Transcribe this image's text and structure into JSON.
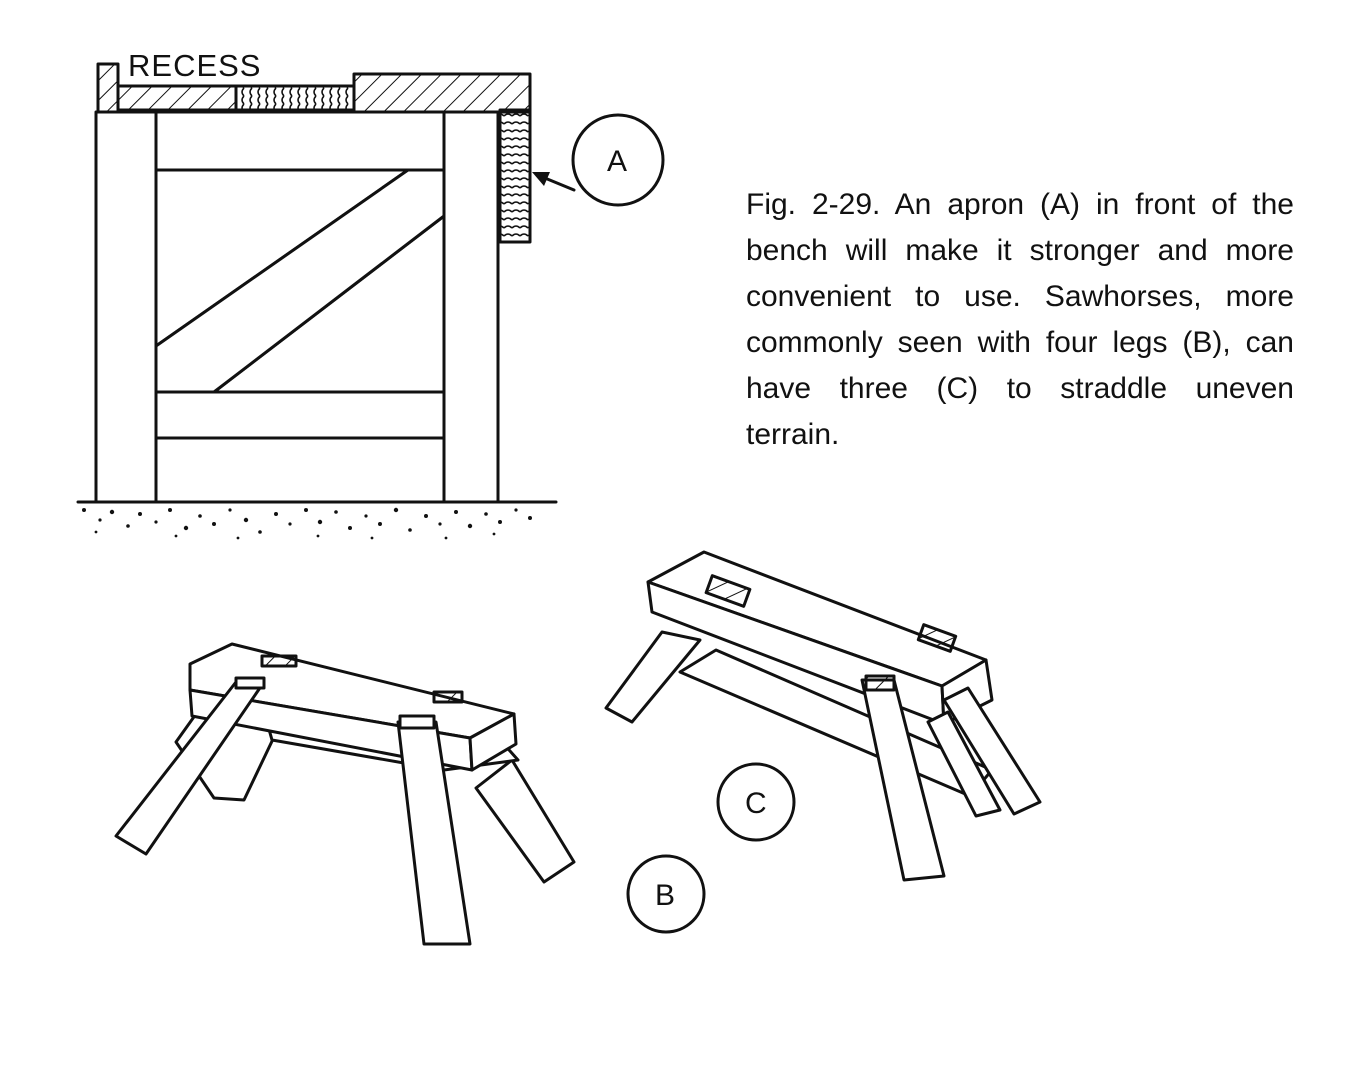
{
  "labels": {
    "recess": "RECESS",
    "apron": "A",
    "four_leg_sawhorse": "B",
    "three_leg_sawhorse": "C"
  },
  "caption": "Fig. 2-29. An apron (A) in front of the bench will make it stronger and more convenient to use. Sawhorses, more commonly seen with four legs (B), can have three (C) to straddle uneven terrain.",
  "colors": {
    "ink": "#111111",
    "paper": "#ffffff"
  }
}
